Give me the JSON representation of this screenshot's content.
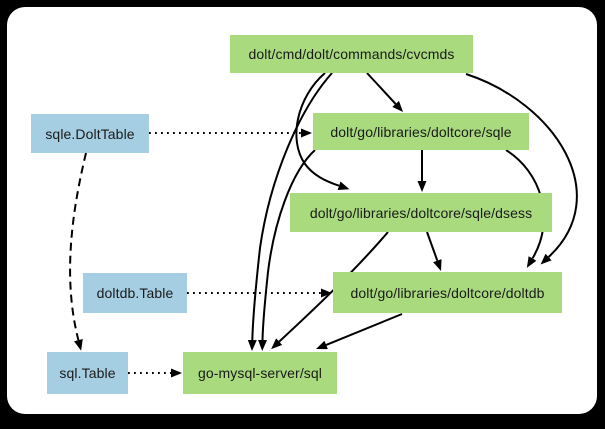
{
  "diagram": {
    "kind": "dependency-graph",
    "nodes": {
      "cvcmds": {
        "label": "dolt/cmd/dolt/commands/cvcmds",
        "category": "package"
      },
      "sqle": {
        "label": "dolt/go/libraries/doltcore/sqle",
        "category": "package"
      },
      "sqle_dolttable": {
        "label": "sqle.DoltTable",
        "category": "type"
      },
      "dsess": {
        "label": "dolt/go/libraries/doltcore/sqle/dsess",
        "category": "package"
      },
      "doltdb_table": {
        "label": "doltdb.Table",
        "category": "type"
      },
      "doltdb": {
        "label": "dolt/go/libraries/doltcore/doltdb",
        "category": "package"
      },
      "sql_table": {
        "label": "sql.Table",
        "category": "type"
      },
      "gms": {
        "label": "go-mysql-server/sql",
        "category": "package"
      }
    },
    "edges": [
      {
        "from": "dolt/cmd/dolt/commands/cvcmds",
        "to": "dolt/go/libraries/doltcore/sqle",
        "style": "solid"
      },
      {
        "from": "dolt/cmd/dolt/commands/cvcmds",
        "to": "dolt/go/libraries/doltcore/sqle/dsess",
        "style": "solid"
      },
      {
        "from": "dolt/cmd/dolt/commands/cvcmds",
        "to": "dolt/go/libraries/doltcore/doltdb",
        "style": "solid"
      },
      {
        "from": "dolt/cmd/dolt/commands/cvcmds",
        "to": "go-mysql-server/sql",
        "style": "solid"
      },
      {
        "from": "dolt/go/libraries/doltcore/sqle",
        "to": "dolt/go/libraries/doltcore/sqle/dsess",
        "style": "solid"
      },
      {
        "from": "dolt/go/libraries/doltcore/sqle",
        "to": "dolt/go/libraries/doltcore/doltdb",
        "style": "solid"
      },
      {
        "from": "dolt/go/libraries/doltcore/sqle",
        "to": "go-mysql-server/sql",
        "style": "solid"
      },
      {
        "from": "dolt/go/libraries/doltcore/sqle/dsess",
        "to": "dolt/go/libraries/doltcore/doltdb",
        "style": "solid"
      },
      {
        "from": "dolt/go/libraries/doltcore/sqle/dsess",
        "to": "go-mysql-server/sql",
        "style": "solid"
      },
      {
        "from": "dolt/go/libraries/doltcore/doltdb",
        "to": "go-mysql-server/sql",
        "style": "solid"
      },
      {
        "from": "sqle.DoltTable",
        "to": "dolt/go/libraries/doltcore/sqle",
        "style": "dotted"
      },
      {
        "from": "doltdb.Table",
        "to": "dolt/go/libraries/doltcore/doltdb",
        "style": "dotted"
      },
      {
        "from": "sql.Table",
        "to": "go-mysql-server/sql",
        "style": "dotted"
      },
      {
        "from": "sqle.DoltTable",
        "to": "sql.Table",
        "style": "dashed"
      }
    ],
    "colors": {
      "package_fill": "#a9da7e",
      "type_fill": "#a6cee3",
      "edge": "#000000",
      "canvas": "#ffffff",
      "frame": "#000000",
      "text": "#1a1a1a"
    }
  }
}
